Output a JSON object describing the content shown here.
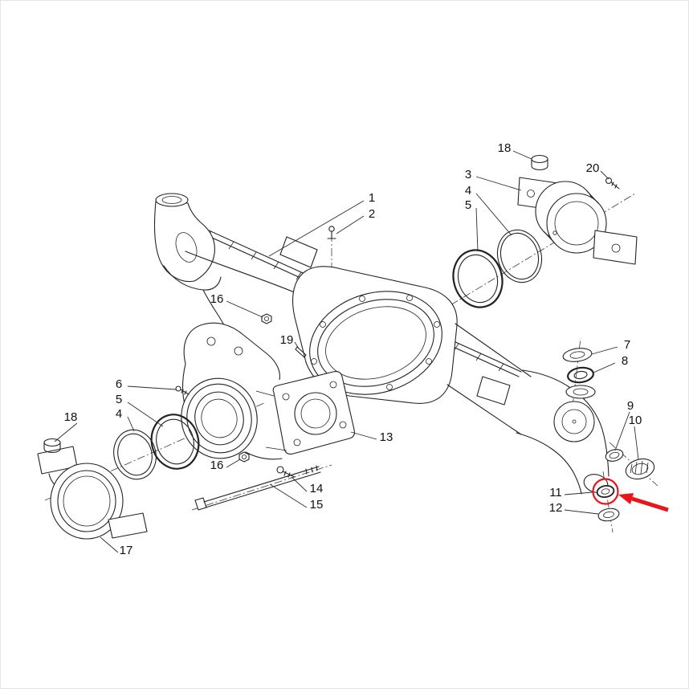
{
  "diagram": {
    "type": "exploded-parts-diagram",
    "line_color": "#232323",
    "background": "#ffffff",
    "callouts": [
      "1",
      "2",
      "3",
      "4",
      "5",
      "18",
      "20",
      "16",
      "19",
      "7",
      "8",
      "6",
      "5",
      "4",
      "18",
      "9",
      "10",
      "13",
      "16",
      "14",
      "15",
      "11",
      "12",
      "17"
    ],
    "highlight": {
      "color": "#e8151b",
      "circled_part": "11"
    }
  }
}
